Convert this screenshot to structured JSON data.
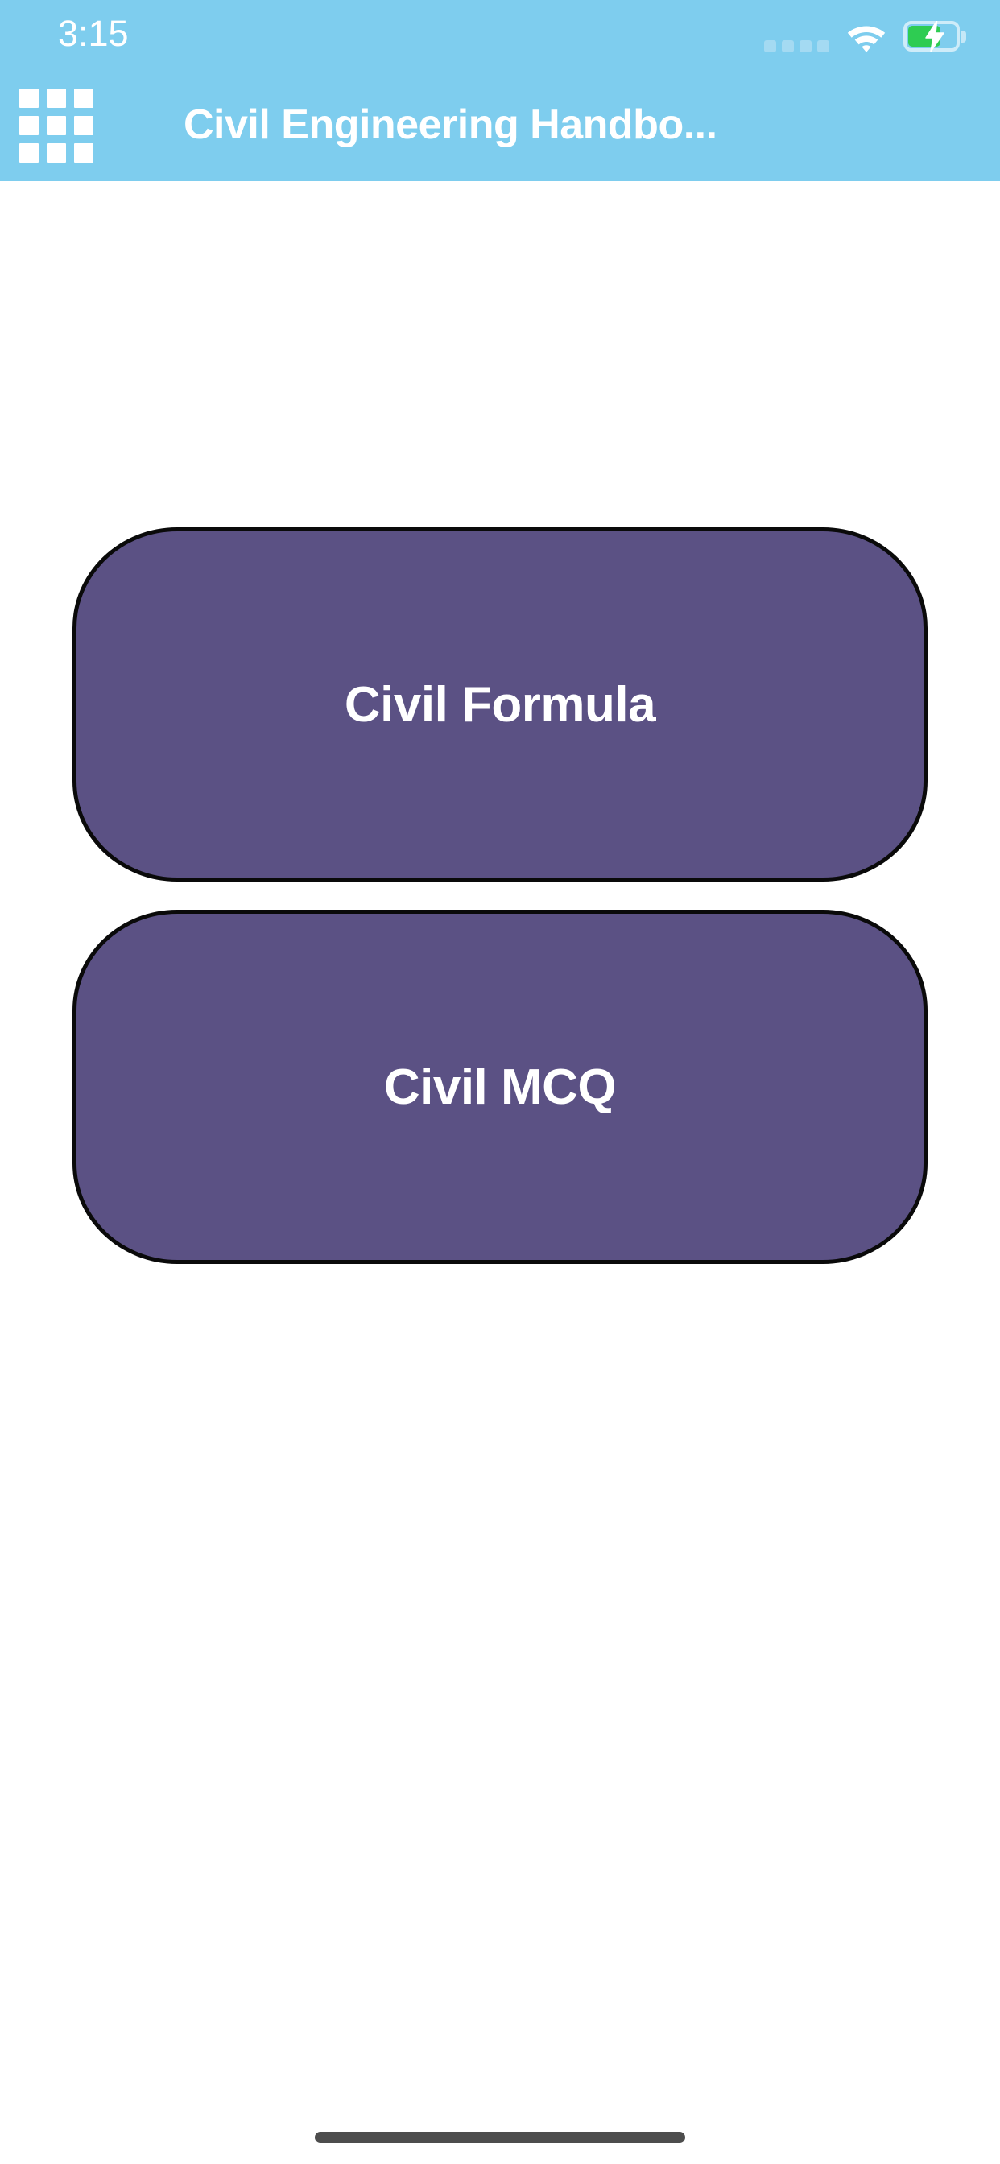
{
  "status_bar": {
    "time": "3:15",
    "signal_dots_count": 4,
    "signal_dots_icon": "signal-dots-icon",
    "wifi_icon": "wifi-icon",
    "battery_icon": "battery-charging-icon",
    "battery_level_percent": 62,
    "battery_charging": true,
    "dot_color": "#a4daf2",
    "battery_fill_color": "#2ecc52"
  },
  "app_bar": {
    "title": "Civil Engineering Handbo...",
    "menu_icon": "grid-menu-icon",
    "background_color": "#7ecdee",
    "text_color": "#ffffff"
  },
  "main": {
    "background_color": "#ffffff",
    "buttons": [
      {
        "label": "Civil Formula"
      },
      {
        "label": "Civil MCQ"
      }
    ],
    "button_fill_color": "#5b5184",
    "button_border_color": "#0a0a0a",
    "button_text_color": "#ffffff"
  },
  "system": {
    "home_indicator": "home-indicator",
    "home_indicator_color": "#4d4d4d"
  }
}
